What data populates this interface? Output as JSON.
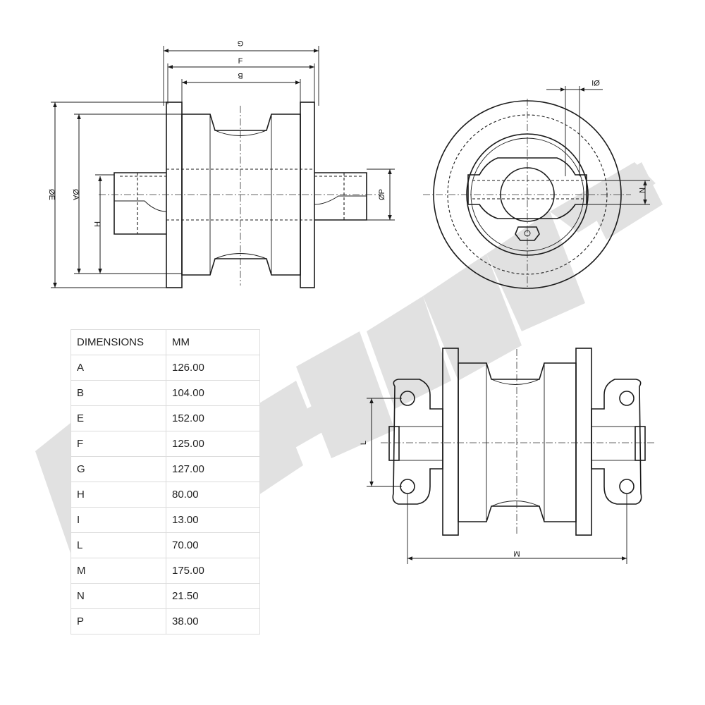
{
  "table": {
    "headers": [
      "DIMENSIONS",
      "MM"
    ],
    "rows": [
      [
        "A",
        "126.00"
      ],
      [
        "B",
        "104.00"
      ],
      [
        "E",
        "152.00"
      ],
      [
        "F",
        "125.00"
      ],
      [
        "G",
        "127.00"
      ],
      [
        "H",
        "80.00"
      ],
      [
        "I",
        "13.00"
      ],
      [
        "L",
        "70.00"
      ],
      [
        "M",
        "175.00"
      ],
      [
        "N",
        "21.50"
      ],
      [
        "P",
        "38.00"
      ]
    ]
  },
  "labels": {
    "G": "G",
    "F": "F",
    "B": "B",
    "E": "ØE",
    "A": "ØA",
    "H": "H",
    "P": "ØP",
    "I": "ØI",
    "N": "N",
    "L": "L",
    "M": "M"
  },
  "watermark_icon": "brand-watermark-logo",
  "colors": {
    "line": "#1a1a1a",
    "watermark": "#d9d9d9"
  }
}
